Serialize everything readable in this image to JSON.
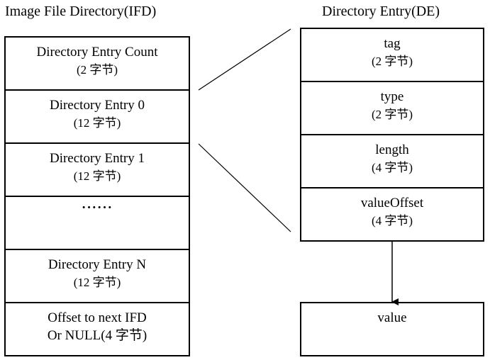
{
  "ifd": {
    "title": "Image File Directory(IFD)",
    "entries": [
      {
        "line1": "Directory Entry Count",
        "line2": "(2 字节)"
      },
      {
        "line1": "Directory Entry 0",
        "line2": "(12 字节)"
      },
      {
        "line1": "Directory Entry 1",
        "line2": "(12 字节)"
      },
      {
        "line1": "······",
        "line2": ""
      },
      {
        "line1": "Directory Entry N",
        "line2": "(12 字节)"
      },
      {
        "line1": "Offset to next IFD",
        "line2": "Or NULL(4 字节)"
      }
    ]
  },
  "de": {
    "title": "Directory Entry(DE)",
    "fields": [
      {
        "line1": "tag",
        "line2": "(2 字节)"
      },
      {
        "line1": "type",
        "line2": "(2 字节)"
      },
      {
        "line1": "length",
        "line2": "(4 字节)"
      },
      {
        "line1": "valueOffset",
        "line2": "(4 字节)"
      }
    ]
  },
  "value_box": {
    "label": "value"
  }
}
